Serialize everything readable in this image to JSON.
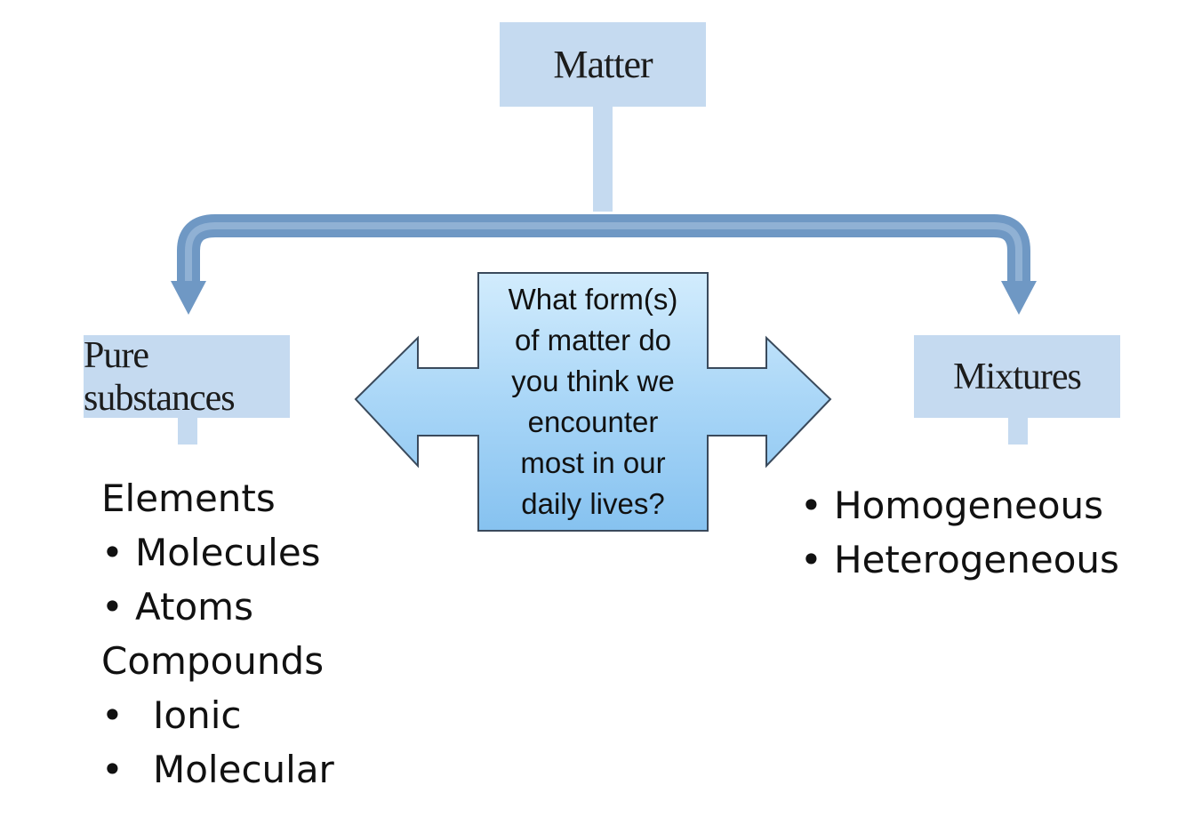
{
  "diagram": {
    "root": {
      "label": "Matter"
    },
    "left_branch": {
      "label": "Pure substances"
    },
    "right_branch": {
      "label": "Mixtures"
    },
    "question": {
      "text": "What form(s)\nof matter do\nyou think we\nencounter\nmost in our\ndaily lives?"
    },
    "left_list": [
      {
        "text": "Elements",
        "bulleted": false
      },
      {
        "text": "Molecules",
        "bulleted": true
      },
      {
        "text": "Atoms",
        "bulleted": true
      },
      {
        "text": "Compounds",
        "bulleted": false
      },
      {
        "text": "Ionic",
        "bulleted": true
      },
      {
        "text": "Molecular",
        "bulleted": true
      }
    ],
    "right_list": [
      {
        "text": "Homogeneous",
        "bulleted": true
      },
      {
        "text": "Heterogeneous",
        "bulleted": true
      }
    ]
  },
  "colors": {
    "box_fill": "#c5daf0",
    "connector": "#6f98c4",
    "arrow_fill": "#a9d6f7",
    "arrow_stroke": "#3a4a5c"
  }
}
